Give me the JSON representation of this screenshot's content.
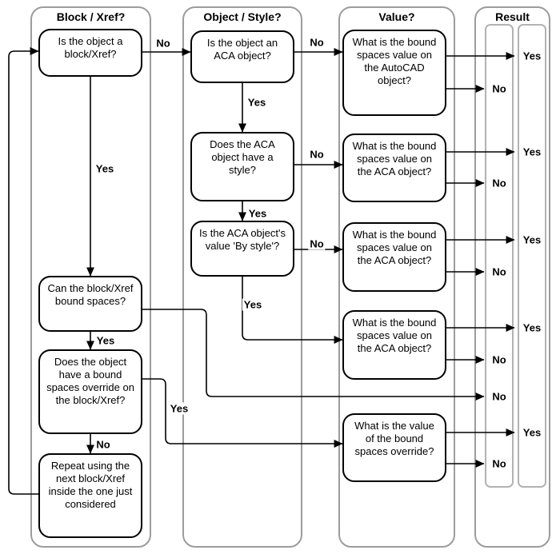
{
  "columns": {
    "block_xref": {
      "header": "Block / Xref?"
    },
    "object_style": {
      "header": "Object / Style?"
    },
    "value": {
      "header": "Value?"
    },
    "result": {
      "header": "Result"
    }
  },
  "boxes": {
    "is_block_xref": "Is the object a\nblock/Xref?",
    "can_bound_spaces": "Can the block/Xref\nbound spaces?",
    "has_bound_override": "Does the object\nhave a bound\nspaces override on\nthe block/Xref?",
    "repeat_next_block": "Repeat using the\nnext block/Xref\ninside the one just\nconsidered",
    "is_aca_object": "Is the object an\nACA object?",
    "aca_has_style": "Does the ACA\nobject have a\nstyle?",
    "is_by_style": "Is the ACA object's\nvalue 'By style'?",
    "value_autocad_object": "What is the bound\nspaces value on\nthe AutoCAD\nobject?",
    "value_aca_object_1": "What is the bound\nspaces value on\nthe ACA object?",
    "value_aca_object_2": "What is the bound\nspaces value on\nthe ACA object?",
    "value_aca_object_3": "What is the bound\nspaces value on\nthe ACA object?",
    "value_bound_override": "What is the value\nof the bound\nspaces override?"
  },
  "edge_labels": {
    "yes": "Yes",
    "no": "No"
  },
  "results": [
    {
      "value": "Yes"
    },
    {
      "value": "No"
    },
    {
      "value": "Yes"
    },
    {
      "value": "No"
    },
    {
      "value": "Yes"
    },
    {
      "value": "No"
    },
    {
      "value": "Yes"
    },
    {
      "value": "No"
    },
    {
      "value": "No"
    },
    {
      "value": "Yes"
    },
    {
      "value": "No"
    }
  ]
}
